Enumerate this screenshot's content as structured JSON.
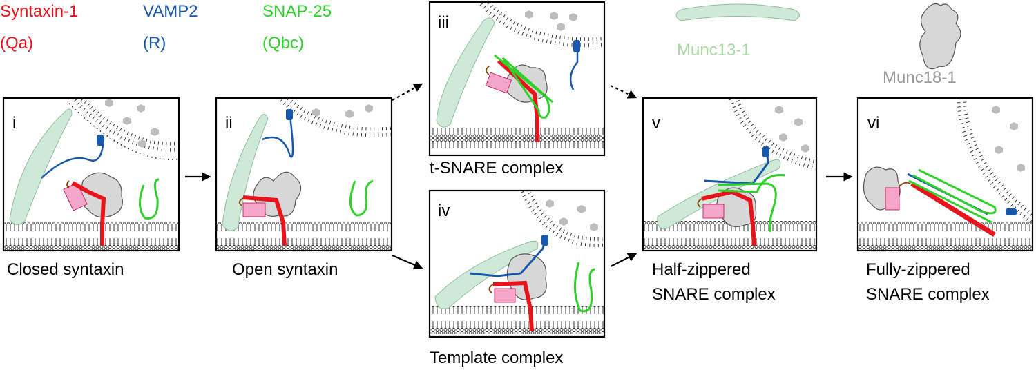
{
  "colors": {
    "syntaxin": "#e8141b",
    "vamp": "#1758ad",
    "snap": "#2ed12a",
    "munc13": "#cfe9d8",
    "munc13_text": "#a9d8a4",
    "munc18": "#d7d7d7",
    "munc18_text": "#9a9a9a",
    "habc": "#f4a7c8",
    "linker": "#8a4b10",
    "vesicle_dots": "#bdbdbd"
  },
  "legend": {
    "syntaxin": {
      "name": "Syntaxin-1",
      "sub": "(Qa)"
    },
    "vamp": {
      "name": "VAMP2",
      "sub": "(R)"
    },
    "snap": {
      "name": "SNAP-25",
      "sub": "(Qbc)"
    },
    "munc13": "Munc13-1",
    "munc18": "Munc18-1"
  },
  "panels": [
    {
      "id": "i",
      "caption": [
        "Closed syntaxin"
      ]
    },
    {
      "id": "ii",
      "caption": [
        "Open syntaxin"
      ]
    },
    {
      "id": "iii",
      "caption": [
        "t-SNARE complex"
      ]
    },
    {
      "id": "iv",
      "caption": [
        "Template complex"
      ]
    },
    {
      "id": "v",
      "caption": [
        "Half-zippered",
        "SNARE complex"
      ]
    },
    {
      "id": "vi",
      "caption": [
        "Fully-zippered",
        "SNARE complex"
      ]
    }
  ]
}
